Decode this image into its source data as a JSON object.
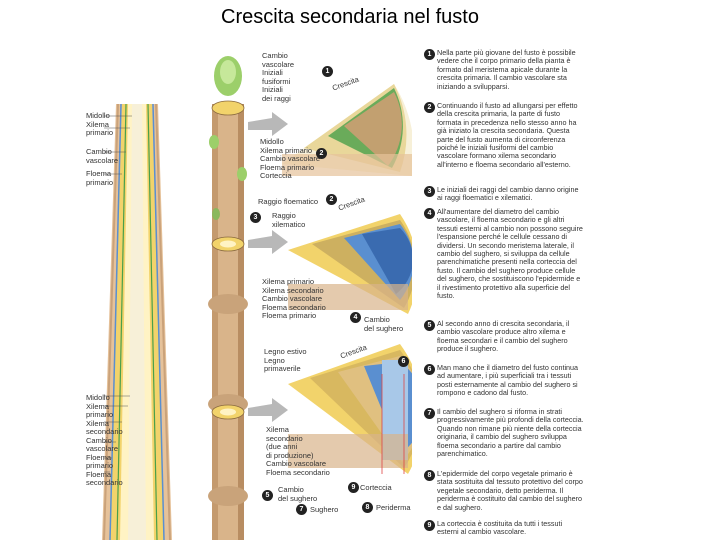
{
  "title": "Crescita secondaria nel fusto",
  "left_labels": [
    "Midollo\nXilema\nprimario",
    "Cambio\nvascolare",
    "Floema\nprimario",
    "Midollo\nXilema\nprimario\nXilema\nsecondario\nCambio\nvascolare\nFloema\nprimario\nFloema\nsecondario"
  ],
  "section1": {
    "top_labels": "Cambio\nvascolare\nIniziali\nfusiformi\nIniziali\ndei raggi",
    "crescita": "Crescita",
    "bottom_labels": "Midollo\nXilema primario\nCambio vascolare\nFloema primario\nCorteccia"
  },
  "section2": {
    "top_labels": "Raggio floematico",
    "top_labels2": "Raggio\nxilematico",
    "crescita": "Crescita",
    "bottom_labels": "Xilema primario\nXilema secondario\nCambio vascolare\nFloema secondario\nFloema primario",
    "cork_label": "Cambio\ndel sughero"
  },
  "section3": {
    "top_labels": "Legno estivo\nLegno\nprimaverile",
    "crescita": "Crescita",
    "bottom_labels": "Xilema\nsecondario\n(due anni\ndi produzione)\nCambio vascolare\nFloema secondario",
    "cork_label": "Cambio\ndel sughero",
    "corteccia": "Corteccia",
    "sughero": "Sughero",
    "periderma": "Periderma"
  },
  "steps": [
    {
      "n": "1",
      "text": "Nella parte più giovane del fusto è possibile vedere che il corpo primario della pianta è formato dal meristema apicale durante la crescita primaria. Il cambio vascolare sta iniziando a svilupparsi."
    },
    {
      "n": "2",
      "text": "Continuando il fusto ad allungarsi per effetto della crescita primaria, la parte di fusto formata in precedenza nello stesso anno ha già iniziato la crescita secondaria. Questa parte del fusto aumenta di circonferenza poiché le iniziali fusiformi del cambio vascolare formano xilema secondario all'interno e floema secondario all'esterno."
    },
    {
      "n": "3",
      "text": "Le iniziali dei raggi del cambio danno origine ai raggi floematici e xilematici."
    },
    {
      "n": "4",
      "text": "All'aumentare del diametro del cambio vascolare, il floema secondario e gli altri tessuti esterni al cambio non possono seguire l'espansione perché le cellule cessano di dividersi. Un secondo meristema laterale, il cambio del sughero, si sviluppa da cellule parenchimatiche presenti nella corteccia del fusto. Il cambio del sughero produce cellule del sughero, che sostituiscono l'epidermide e il rivestimento protettivo alla superficie del fusto."
    },
    {
      "n": "5",
      "text": "Al secondo anno di crescita secondaria, il cambio vascolare produce altro xilema e floema secondari e il cambio del sughero produce il sughero."
    },
    {
      "n": "6",
      "text": "Man mano che il diametro del fusto continua ad aumentare, i più superficiali tra i tessuti posti esternamente al cambio del sughero si rompono e cadono dal fusto."
    },
    {
      "n": "7",
      "text": "Il cambio del sughero si riforma in strati progressivamente più profondi della corteccia. Quando non rimane più niente della corteccia originaria, il cambio del sughero sviluppa floema secondario a partire dal cambio parenchimatico."
    },
    {
      "n": "8",
      "text": "L'epidermide del corpo vegetale primario è stata sostituita dal tessuto protettivo del corpo vegetale secondario, detto periderma. Il periderma è costituito dal cambio del sughero e dal sughero."
    },
    {
      "n": "9",
      "text": "La corteccia è costituita da tutti i tessuti esterni al cambio vascolare."
    }
  ],
  "colors": {
    "stem_tan": "#d9b48a",
    "xylem_yellow": "#f2d36b",
    "cambium_green": "#4aa04a",
    "phloem_blue": "#5a8fd0",
    "bud_green": "#9ccf6a",
    "arrow_gray": "#b8b8b8"
  }
}
